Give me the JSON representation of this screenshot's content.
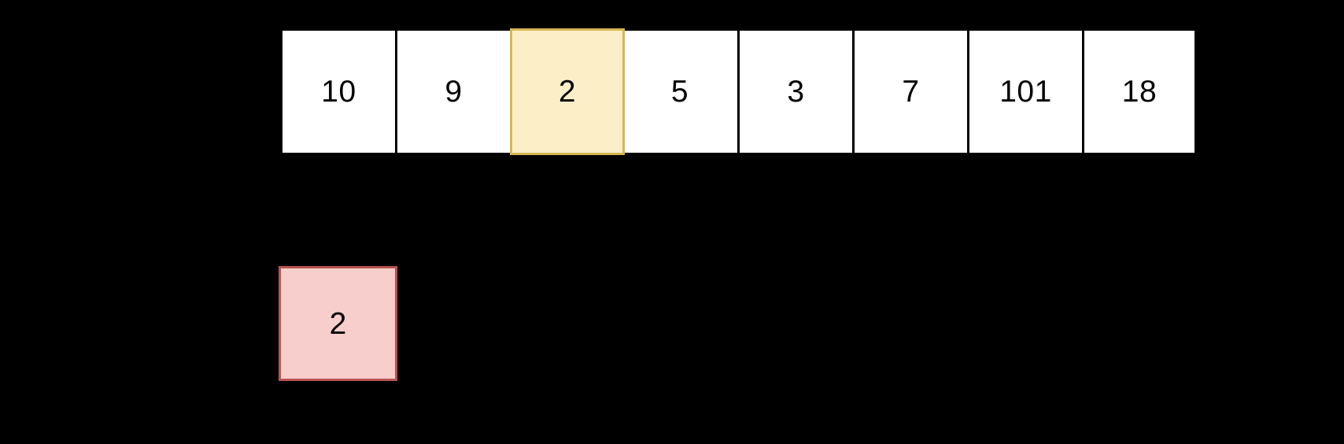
{
  "diagram": {
    "title": "insertion-sort-step",
    "background_color": "#000000",
    "array": {
      "cells": [
        {
          "value": "10",
          "state": "normal"
        },
        {
          "value": "9",
          "state": "normal"
        },
        {
          "value": "2",
          "state": "highlight"
        },
        {
          "value": "5",
          "state": "normal"
        },
        {
          "value": "3",
          "state": "normal"
        },
        {
          "value": "7",
          "state": "normal"
        },
        {
          "value": "101",
          "state": "normal"
        },
        {
          "value": "18",
          "state": "normal"
        }
      ],
      "cell_fill_color": "#ffffff",
      "cell_border_color": "#000000",
      "highlight_fill_color": "#fcefc7",
      "highlight_border_color": "#d6b656",
      "text_color": "#000000"
    },
    "key_box": {
      "value": "2",
      "fill_color": "#f8cecc",
      "border_color": "#b85450",
      "text_color": "#000000"
    }
  }
}
